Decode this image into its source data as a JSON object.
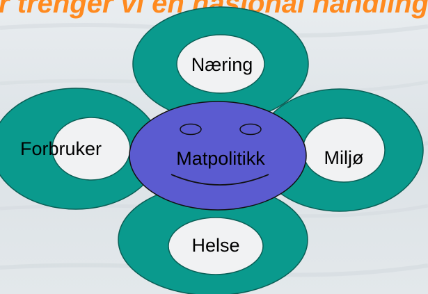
{
  "title": {
    "text": "Hvorfor trenger vi en nasjonal handlingsplan?",
    "color": "#ff8a1f"
  },
  "diagram": {
    "center": {
      "label": "Matpolitikk",
      "fill": "#5b5bd0",
      "stroke": "#111111"
    },
    "petals": {
      "top": {
        "label": "Næring"
      },
      "left": {
        "label": "Forbruker"
      },
      "right": {
        "label": "Miljø"
      },
      "bottom": {
        "label": "Helse"
      }
    },
    "ring_color": "#0a9a8d",
    "ring_stroke": "#0a5f56",
    "hole_color": "#f1f2f3"
  },
  "background": {
    "base": "#dde3e7"
  }
}
